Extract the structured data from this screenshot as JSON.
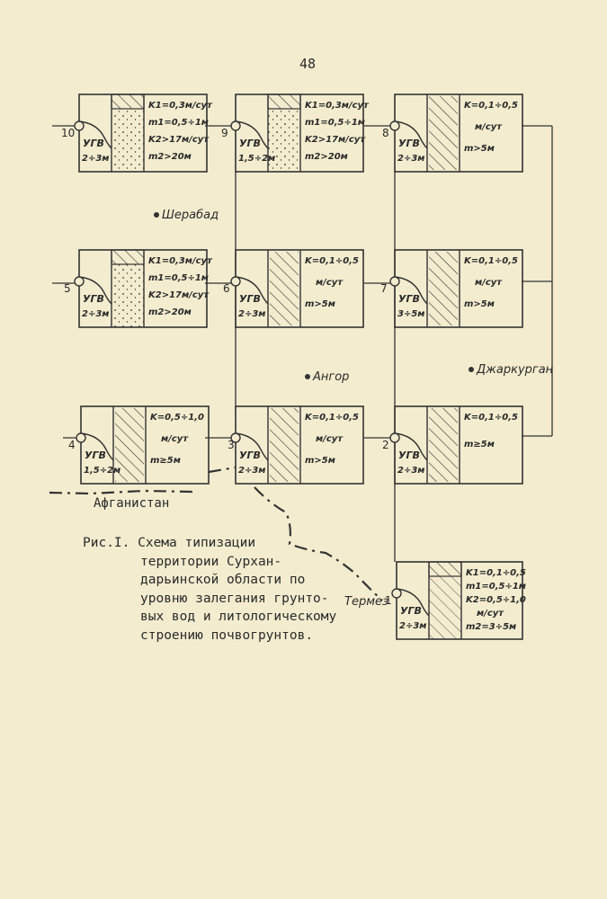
{
  "page_number": "48",
  "caption_lines": [
    "Рис.I. Схема типизации",
    "территории Сурхан-",
    "дарьинской области по",
    "уровню залегания грунто-",
    "вых вод и литологическому",
    "строению почвогрунтов."
  ],
  "cities": [
    "Шерабад",
    "Ангор",
    "Джаркурган",
    "Термез"
  ],
  "country": "Афганистан",
  "node_labels": [
    "10",
    "9",
    "8",
    "5",
    "6",
    "7",
    "4",
    "3",
    "2",
    "1"
  ],
  "boxes": [
    {
      "node": "10",
      "ugv": "2÷3м",
      "texture": "layered",
      "params": [
        "K1=0,3м/сут",
        "m1=0,5÷1м",
        "K2>17м/сут",
        "m2>20м"
      ]
    },
    {
      "node": "9",
      "ugv": "1,5÷2м",
      "texture": "layered",
      "params": [
        "K1=0,3м/сут",
        "m1=0,5÷1м",
        "K2>17м/сут",
        "m2>20м"
      ]
    },
    {
      "node": "8",
      "ugv": "2÷3м",
      "texture": "hatched",
      "params": [
        "K=0,1÷0,5",
        "м/сут",
        "m>5м"
      ]
    },
    {
      "node": "5",
      "ugv": "2÷3м",
      "texture": "layered",
      "params": [
        "K1=0,3м/сут",
        "m1=0,5÷1м",
        "K2>17м/сут",
        "m2>20м"
      ]
    },
    {
      "node": "6",
      "ugv": "2÷3м",
      "texture": "hatched",
      "params": [
        "K=0,1÷0,5",
        "м/сут",
        "m>5м"
      ]
    },
    {
      "node": "7",
      "ugv": "3÷5м",
      "texture": "hatched",
      "params": [
        "K=0,1÷0,5",
        "м/сут",
        "m>5м"
      ]
    },
    {
      "node": "4",
      "ugv": "1,5÷2м",
      "texture": "hatched",
      "params": [
        "K=0,5÷1,0",
        "м/сут",
        "m≥5м"
      ]
    },
    {
      "node": "3",
      "ugv": "2÷3м",
      "texture": "hatched",
      "params": [
        "K=0,1÷0,5",
        "м/сут",
        "m>5м"
      ]
    },
    {
      "node": "2",
      "ugv": "2÷3м",
      "texture": "hatched",
      "params": [
        "K=0,1÷0,5",
        "m≥5м"
      ]
    },
    {
      "node": "1",
      "ugv": "2÷3м",
      "texture": "layered-hatched",
      "params": [
        "K1=0,1÷0,5",
        "m1=0,5÷1м",
        "K2=0,5÷1,0",
        "м/сут",
        "m2=3÷5м"
      ]
    }
  ],
  "ugv_label": "УГВ"
}
